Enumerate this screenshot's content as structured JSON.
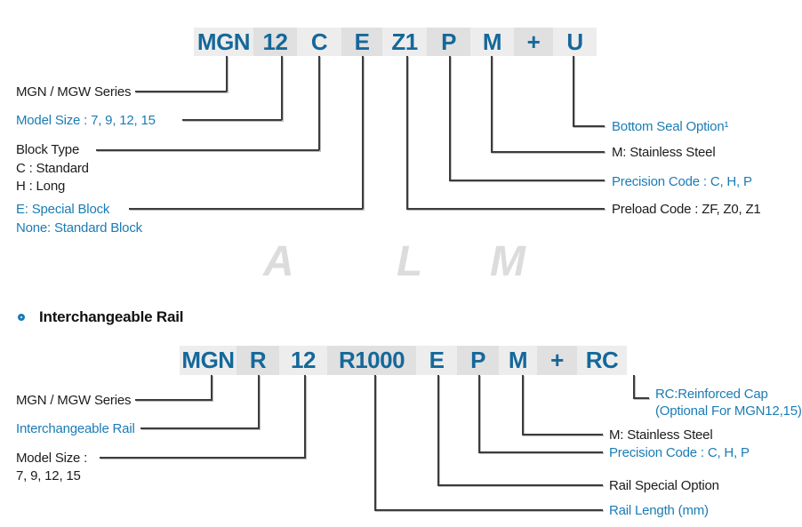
{
  "colors": {
    "code_blue": "#15689a",
    "label_blue": "#1b7cb5",
    "label_black": "#1c1c1c",
    "segment_light": "#ededed",
    "segment_dark": "#e0e0e0",
    "line": "#3c3c3c",
    "watermark_gray": "#dcdcdc"
  },
  "top_diagram": {
    "codes": [
      "MGN",
      "12",
      "C",
      "E",
      "Z1",
      "P",
      "M",
      "+",
      "U"
    ],
    "labels": {
      "series": "MGN / MGW Series",
      "model_size": "Model Size : 7, 9, 12, 15",
      "block_type": "Block Type",
      "block_type_c": "C : Standard",
      "block_type_h": "H : Long",
      "special_block": "E: Special Block",
      "standard_block": "None: Standard Block",
      "bottom_seal": "Bottom Seal Option¹",
      "stainless": "M: Stainless Steel",
      "precision": "Precision Code : C, H, P",
      "preload": "Preload Code : ZF, Z0, Z1"
    }
  },
  "watermark": {
    "letters": [
      "A",
      "L",
      "M"
    ]
  },
  "section": {
    "title": "Interchangeable Rail"
  },
  "bottom_diagram": {
    "codes": [
      "MGN",
      "R",
      "12",
      "R1000",
      "E",
      "P",
      "M",
      "+",
      "RC"
    ],
    "labels": {
      "series": "MGN / MGW Series",
      "interchangeable_rail": "Interchangeable Rail",
      "model_size_line1": "Model Size :",
      "model_size_line2": "7, 9, 12, 15",
      "rc_cap_line1": "RC:Reinforced Cap",
      "rc_cap_line2": "(Optional For MGN12,15)",
      "stainless": "M: Stainless Steel",
      "precision": "Precision Code : C, H, P",
      "rail_special": "Rail Special Option",
      "rail_length": "Rail Length (mm)"
    }
  }
}
